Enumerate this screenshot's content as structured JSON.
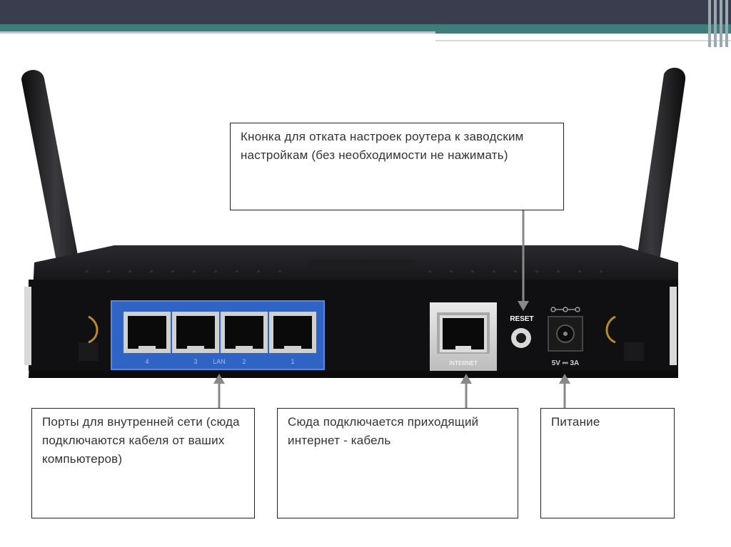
{
  "callouts": {
    "reset": "Кнонка для отката настроек роутера к заводским настройкам (без необходимости не нажимать)",
    "lan": "Порты для внутренней сети (сюда подключаются кабеля от ваших компьютеров)",
    "wan": "Сюда подключается приходящий интернет - кабель",
    "power": "Питание"
  },
  "router_labels": {
    "reset": "RESET",
    "lan": "LAN",
    "lan_ports": [
      "4",
      "3",
      "2",
      "1"
    ],
    "internet": "INTERNET",
    "power_rating": "5V ⎓ 3A"
  },
  "colors": {
    "lan_panel": "#2f63c4",
    "router_body": "#121214",
    "slide_accent": "#3f7c7c"
  }
}
